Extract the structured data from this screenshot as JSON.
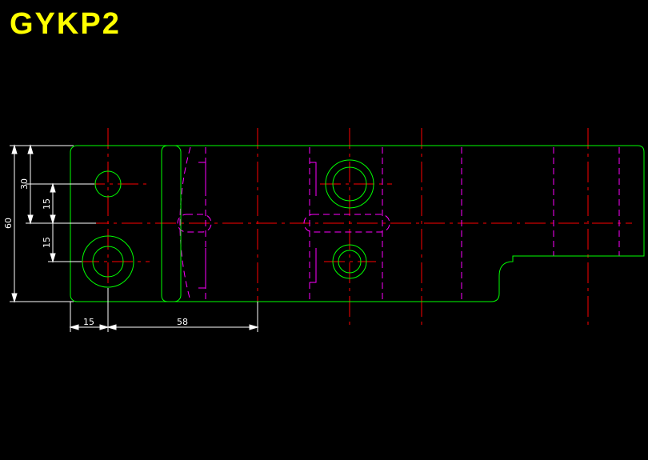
{
  "drawing": {
    "title": "GYKP2",
    "dimensions": {
      "overall_height": "60",
      "top_hole_offset": "30",
      "upper_gap": "15",
      "lower_gap": "15",
      "left_offset": "15",
      "center_spacing": "58"
    }
  },
  "colors": {
    "background": "#000000",
    "title": "#ffff00",
    "outline": "#00ff00",
    "centerline": "#ff0000",
    "hidden": "#ff00ff",
    "dimension": "#ffffff"
  }
}
